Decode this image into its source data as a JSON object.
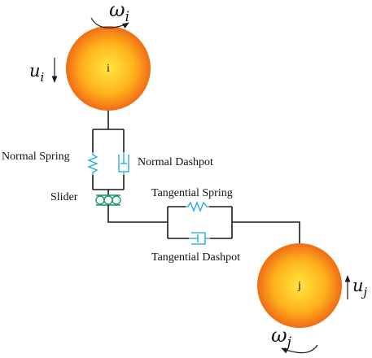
{
  "particle_i": {
    "label": "i",
    "velocity": "u_i",
    "angular": "ω_i"
  },
  "particle_j": {
    "label": "j",
    "velocity": "u_j",
    "angular": "ω_j"
  },
  "components": {
    "normal_spring": "Normal Spring",
    "normal_dashpot": "Normal Dashpot",
    "slider": "Slider",
    "tangential_spring": "Tangential Spring",
    "tangential_dashpot": "Tangential Dashpot"
  },
  "colors": {
    "sphere_center": "#ffe640",
    "sphere_edge": "#ee5a14",
    "element": "#19a7e0",
    "slider": "#159a6a"
  }
}
